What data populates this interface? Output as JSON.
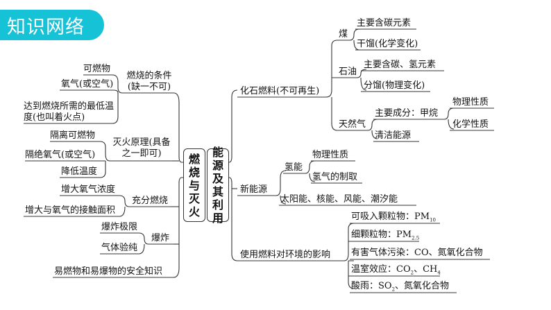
{
  "header": {
    "title": "知识网络"
  },
  "colors": {
    "accent": "#16c3d6",
    "line": "#333333"
  },
  "center_left": "燃烧与灭火",
  "center_right": "能源及其利用",
  "left": {
    "condition": {
      "label": "燃烧的条件(缺一不可)",
      "items": [
        "可燃物",
        "氧气(或空气)",
        "达到燃烧所需的最低温度(也叫着火点)"
      ]
    },
    "extinguish": {
      "label": "灭火原理(具备之一即可)",
      "items": [
        "隔离可燃物",
        "隔绝氧气(或空气)",
        "降低温度"
      ]
    },
    "full_burn": {
      "label": "充分燃烧",
      "items": [
        "增大氧气浓度",
        "增大与氧气的接触面积"
      ]
    },
    "explosion": {
      "label": "爆炸",
      "items": [
        "爆炸极限",
        "气体验纯"
      ]
    },
    "safety": "易燃物和易爆物的安全知识"
  },
  "right": {
    "fossil": {
      "label": "化石燃料(不可再生)",
      "coal": {
        "label": "煤",
        "items": [
          "主要含碳元素",
          "干馏(化学变化)"
        ]
      },
      "oil": {
        "label": "石油",
        "items": [
          "主要含碳、氢元素",
          "分馏(物理变化)"
        ]
      },
      "gas": {
        "label": "天然气",
        "main": "主要成分：甲烷",
        "main_items": [
          "物理性质",
          "化学性质"
        ],
        "clean": "清洁能源"
      }
    },
    "new_energy": {
      "label": "新能源",
      "hydrogen": {
        "label": "氢能",
        "items": [
          "物理性质",
          "氢气的制取"
        ]
      },
      "others": "太阳能、核能、风能、潮汐能"
    },
    "impact": {
      "label": "使用燃料对环境的影响",
      "pm10": {
        "text": "可吸入颗粒物：PM",
        "sub": "10"
      },
      "pm25": {
        "text": "细颗粒物：PM",
        "sub": "2.5"
      },
      "toxic": "有害气体污染：CO、氮氧化合物",
      "greenhouse": {
        "prefix": "温室效应：CO",
        "sub1": "2",
        "mid": "、CH",
        "sub2": "4"
      },
      "acid": {
        "prefix": "酸雨：SO",
        "sub1": "2",
        "suffix": "、氮氧化合物"
      }
    }
  }
}
